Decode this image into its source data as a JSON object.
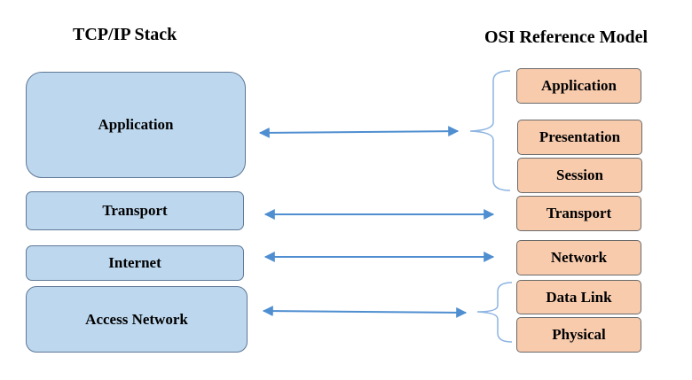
{
  "titles": {
    "tcp": "TCP/IP Stack",
    "osi": "OSI Reference Model"
  },
  "tcp_layers": [
    "Application",
    "Transport",
    "Internet",
    "Access Network"
  ],
  "osi_layers": [
    "Application",
    "Presentation",
    "Session",
    "Transport",
    "Network",
    "Data Link",
    "Physical"
  ],
  "colors": {
    "tcp_fill": "#bdd7ee",
    "tcp_border": "#5f7896",
    "osi_fill": "#f8cbad",
    "osi_border": "#6a6a6a",
    "arrow": "#4f8ed0",
    "brace": "#8db4e2"
  }
}
